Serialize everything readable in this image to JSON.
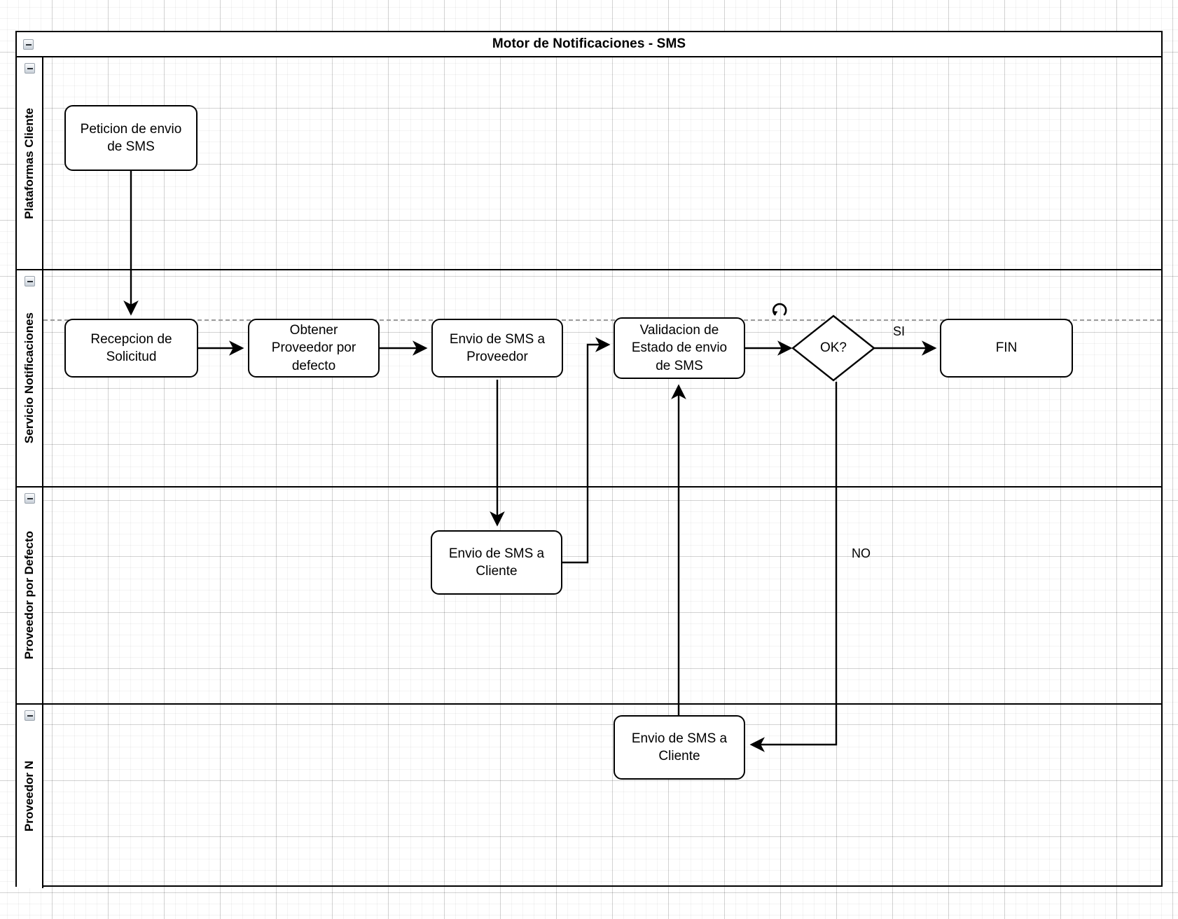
{
  "diagram": {
    "type": "bpmn-swimlane-flowchart",
    "pool_title": "Motor de Notificaciones - SMS",
    "background": "grid",
    "colors": {
      "stroke": "#000000",
      "fill": "#ffffff",
      "grid_major": "#c8c8c8",
      "grid_minor": "#ededed",
      "milestone_dash": "#9b9b9b"
    }
  },
  "lanes": [
    {
      "id": "lane-plataformas-cliente",
      "label": "Plataformas Cliente"
    },
    {
      "id": "lane-servicio-notificaciones",
      "label": "Servicio Notificaciones"
    },
    {
      "id": "lane-proveedor-por-defecto",
      "label": "Proveedor por Defecto"
    },
    {
      "id": "lane-proveedor-n",
      "label": "Proveedor N"
    }
  ],
  "nodes": [
    {
      "id": "n1",
      "lane": "lane-plataformas-cliente",
      "shape": "task",
      "label": "Peticion de envio\nde SMS"
    },
    {
      "id": "n2",
      "lane": "lane-servicio-notificaciones",
      "shape": "task",
      "label": "Recepcion de\nSolicitud"
    },
    {
      "id": "n3",
      "lane": "lane-servicio-notificaciones",
      "shape": "task",
      "label": "Obtener\nProveedor por\ndefecto"
    },
    {
      "id": "n4",
      "lane": "lane-servicio-notificaciones",
      "shape": "task",
      "label": "Envio de SMS a\nProveedor"
    },
    {
      "id": "n5",
      "lane": "lane-servicio-notificaciones",
      "shape": "task",
      "label": "Validacion de\nEstado de envio\nde SMS"
    },
    {
      "id": "n6",
      "lane": "lane-servicio-notificaciones",
      "shape": "decision",
      "label": "OK?"
    },
    {
      "id": "n7",
      "lane": "lane-servicio-notificaciones",
      "shape": "task",
      "label": "FIN"
    },
    {
      "id": "n8",
      "lane": "lane-proveedor-por-defecto",
      "shape": "task",
      "label": "Envio de SMS a\nCliente"
    },
    {
      "id": "n9",
      "lane": "lane-proveedor-n",
      "shape": "task",
      "label": "Envio de SMS a\nCliente"
    }
  ],
  "edges": [
    {
      "from": "n1",
      "to": "n2",
      "label": ""
    },
    {
      "from": "n2",
      "to": "n3",
      "label": ""
    },
    {
      "from": "n3",
      "to": "n4",
      "label": ""
    },
    {
      "from": "n4",
      "to": "n8",
      "label": ""
    },
    {
      "from": "n8",
      "to": "n5",
      "label": ""
    },
    {
      "from": "n5",
      "to": "n6",
      "label": ""
    },
    {
      "from": "n6",
      "to": "n7",
      "label": "SI"
    },
    {
      "from": "n6",
      "to": "n9",
      "label": "NO"
    },
    {
      "from": "n9",
      "to": "n5",
      "label": ""
    }
  ],
  "edge_labels": {
    "si": "SI",
    "no": "NO"
  },
  "markers": {
    "loop": "loop-marker"
  }
}
